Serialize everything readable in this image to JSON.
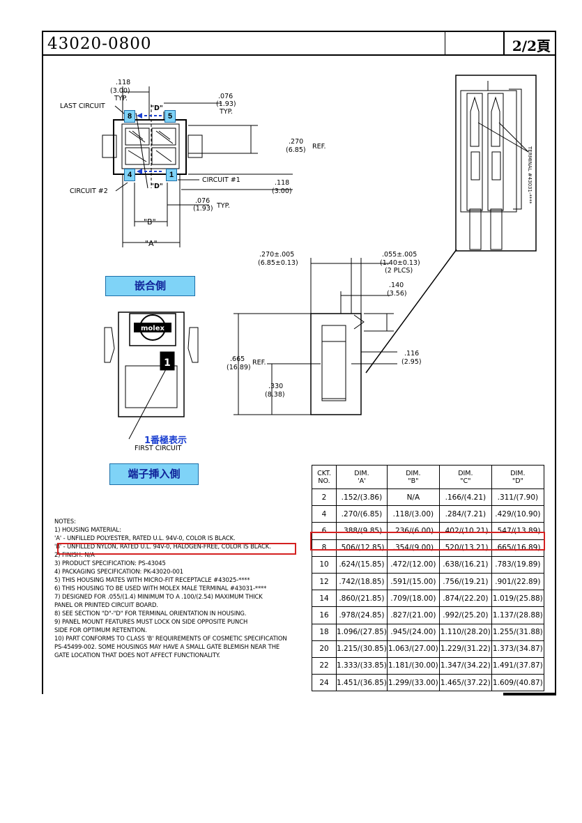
{
  "header": {
    "part_number": "43020-0800",
    "page": "2/2頁"
  },
  "labels": {
    "mating_side": "嵌合側",
    "terminal_side": "端子挿入側",
    "circuit1_jp": "1番極表示",
    "first_circuit": "FIRST CIRCUIT",
    "last_circuit": "LAST CIRCUIT",
    "circuit_1": "CIRCUIT #1",
    "circuit_2": "CIRCUIT #2",
    "typ": "TYP.",
    "ref": "REF.",
    "dim_a": "\"A\"",
    "dim_b": "\"B\"",
    "sec_d": "\"D\"",
    "logo": "molex",
    "terminal_note": "TERMINAL #43031-****"
  },
  "dimensions": {
    "d118_top": ".118",
    "d118_top_mm": "(3.00)",
    "d076": ".076",
    "d076_mm": "(1.93)",
    "d270": ".270",
    "d270_mm": "(6.85)",
    "d118_r": ".118",
    "d118_r_mm": "(3.00)",
    "d076b": ".076",
    "d076b_mm": "(1.93)",
    "d270tol": ".270±.005",
    "d270tol_mm": "(6.85±0.13)",
    "d055tol": ".055±.005",
    "d055tol_mm": "(1.40±0.13)",
    "plcs": "(2 PLCS)",
    "d140": ".140",
    "d140_mm": "(3.56)",
    "d665": ".665",
    "d665_mm": "(16.89)",
    "d330": ".330",
    "d330_mm": "(8.38)",
    "d116": ".116",
    "d116_mm": "(2.95)"
  },
  "markers": {
    "m8": "8",
    "m5": "5",
    "m4": "4",
    "m1": "1",
    "pin1": "1"
  },
  "notes": [
    "NOTES:",
    "1)  HOUSING MATERIAL:",
    "      'A' - UNFILLED POLYESTER, RATED U.L. 94V-0, COLOR IS BLACK.",
    "      'B' - UNFILLED NYLON, RATED U.L. 94V-0, HALOGEN-FREE, COLOR IS BLACK.",
    "2)  FINISH:  N/A",
    "3)  PRODUCT SPECIFICATION: PS-43045",
    "4)  PACKAGING SPECIFICATION:  PK-43020-001",
    "5)  THIS HOUSING MATES WITH MICRO-FIT RECEPTACLE #43025-****",
    "6)  THIS HOUSING TO BE USED WITH MOLEX MALE TERMINAL #43031-****",
    "7)  DESIGNED FOR .055/(1.4) MINIMUM TO A .100/(2.54) MAXIMUM THICK",
    "      PANEL OR PRINTED CIRCUIT BOARD.",
    "8)  SEE SECTION \"D\"-\"D\" FOR TERMINAL ORIENTATION IN HOUSING.",
    "9)  PANEL MOUNT FEATURES MUST LOCK ON SIDE OPPOSITE PUNCH",
    "      SIDE FOR OPTIMUM RETENTION.",
    "10) PART CONFORMS TO CLASS 'B' REQUIREMENTS OF COSMETIC SPECIFICATION",
    "      PS-45499-002.  SOME HOUSINGS MAY HAVE A SMALL GATE BLEMISH NEAR THE",
    "      GATE LOCATION THAT DOES NOT AFFECT FUNCTIONALITY."
  ],
  "table": {
    "headers": [
      [
        "CKT.",
        "NO."
      ],
      [
        "DIM.",
        "'A'"
      ],
      [
        "DIM.",
        "\"B\""
      ],
      [
        "DIM.",
        "\"C\""
      ],
      [
        "DIM.",
        "\"D\""
      ]
    ],
    "rows": [
      [
        "2",
        ".152/(3.86)",
        "N/A",
        ".166/(4.21)",
        ".311/(7.90)"
      ],
      [
        "4",
        ".270/(6.85)",
        ".118/(3.00)",
        ".284/(7.21)",
        ".429/(10.90)"
      ],
      [
        "6",
        ".388/(9.85)",
        ".236/(6.00)",
        ".402/(10.21)",
        ".547/(13.89)"
      ],
      [
        "8",
        ".506/(12.85)",
        ".354/(9.00)",
        ".520/(13.21)",
        ".665/(16.89)"
      ],
      [
        "10",
        ".624/(15.85)",
        ".472/(12.00)",
        ".638/(16.21)",
        ".783/(19.89)"
      ],
      [
        "12",
        ".742/(18.85)",
        ".591/(15.00)",
        ".756/(19.21)",
        ".901/(22.89)"
      ],
      [
        "14",
        ".860/(21.85)",
        ".709/(18.00)",
        ".874/(22.20)",
        "1.019/(25.88)"
      ],
      [
        "16",
        ".978/(24.85)",
        ".827/(21.00)",
        ".992/(25.20)",
        "1.137/(28.88)"
      ],
      [
        "18",
        "1.096/(27.85)",
        ".945/(24.00)",
        "1.110/(28.20)",
        "1.255/(31.88)"
      ],
      [
        "20",
        "1.215/(30.85)",
        "1.063/(27.00)",
        "1.229/(31.22)",
        "1.373/(34.87)"
      ],
      [
        "22",
        "1.333/(33.85)",
        "1.181/(30.00)",
        "1.347/(34.22)",
        "1.491/(37.87)"
      ],
      [
        "24",
        "1.451/(36.85)",
        "1.299/(33.00)",
        "1.465/(37.22)",
        "1.609/(40.87)"
      ]
    ]
  },
  "colors": {
    "highlight": "#d42020",
    "label_fill": "#7fd3f7",
    "label_text": "#10249a",
    "arrow": "#1a3fd0"
  }
}
